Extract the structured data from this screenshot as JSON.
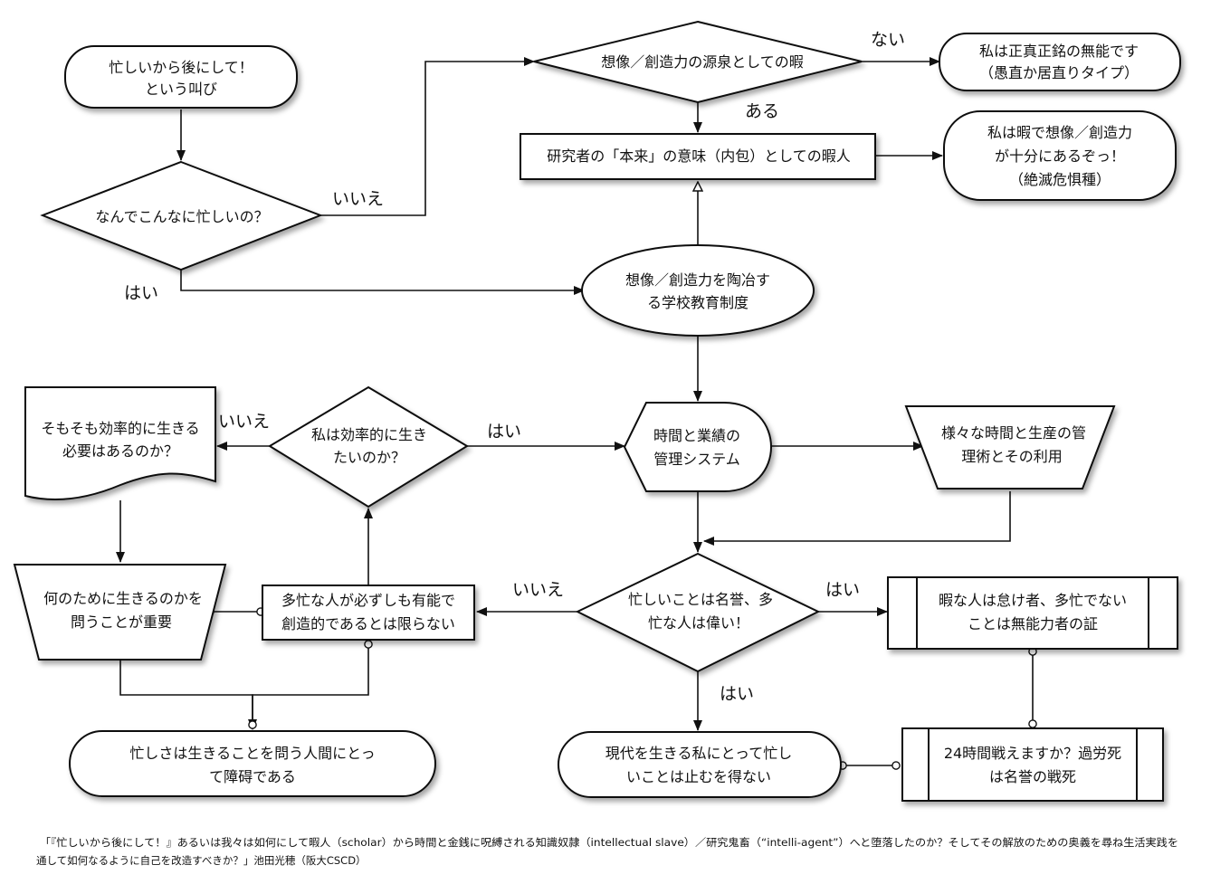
{
  "nodes": {
    "busy_cry": [
      "忙しいから後にして！",
      "という叫び"
    ],
    "why_busy": [
      "なんでこんなに忙しいの？"
    ],
    "leisure_source": [
      "想像／創造力の源泉としての暇"
    ],
    "incompetent": [
      "私は正真正銘の無能です",
      "（愚直か居直りタイプ）"
    ],
    "researcher": [
      "研究者の「本来」の意味（内包）としての暇人"
    ],
    "creative": [
      "私は暇で想像／創造力",
      "が十分にあるぞっ！",
      "（絶滅危惧種）"
    ],
    "school": [
      "想像／創造力を陶冶す",
      "る学校教育制度"
    ],
    "efficient_q": [
      "私は効率的に生き",
      "たいのか？"
    ],
    "need_efficient": [
      "そもそも効率的に生きる",
      "必要はあるのか？"
    ],
    "mgmt_system": [
      "時間と業績の",
      "管理システム"
    ],
    "mgmt_tech": [
      "様々な時間と生産の管",
      "理術とその利用"
    ],
    "why_live": [
      "何のために生きるのかを",
      "問うことが重要"
    ],
    "not_capable": [
      "多忙な人が必ずしも有能で",
      "創造的であるとは限らない"
    ],
    "busy_honor": [
      "忙しいことは名誉、多",
      "忙な人は偉い！"
    ],
    "idle_lazy": [
      "暇な人は怠け者、多忙でない",
      "ことは無能力者の証"
    ],
    "obstacle": [
      "忙しさは生きることを問う人間にとっ",
      "て障碍である"
    ],
    "inevitable": [
      "現代を生きる私にとって忙し",
      "いことは止むを得ない"
    ],
    "karoshi": [
      "24時間戦えますか？過労死",
      "は名誉の戦死"
    ]
  },
  "edge_labels": {
    "no_1": "いいえ",
    "yes_1": "はい",
    "nai": "ない",
    "aru": "ある",
    "no_2": "いいえ",
    "yes_2": "はい",
    "no_3": "いいえ",
    "yes_3": "はい",
    "yes_4": "はい"
  },
  "caption": {
    "line1": "「『忙しいから後にして！』あるいは我々は如何にして暇人（scholar）から時間と金銭に呪縛される知識奴隷（intellectual slave）／研究鬼畜（“intelli-agent”）へと堕落したのか？そしてその解放のための奥義を尋ね生活実践を",
    "line2": "通して如何なるように自己を改造すべきか？」池田光穂（阪大CSCD）"
  }
}
